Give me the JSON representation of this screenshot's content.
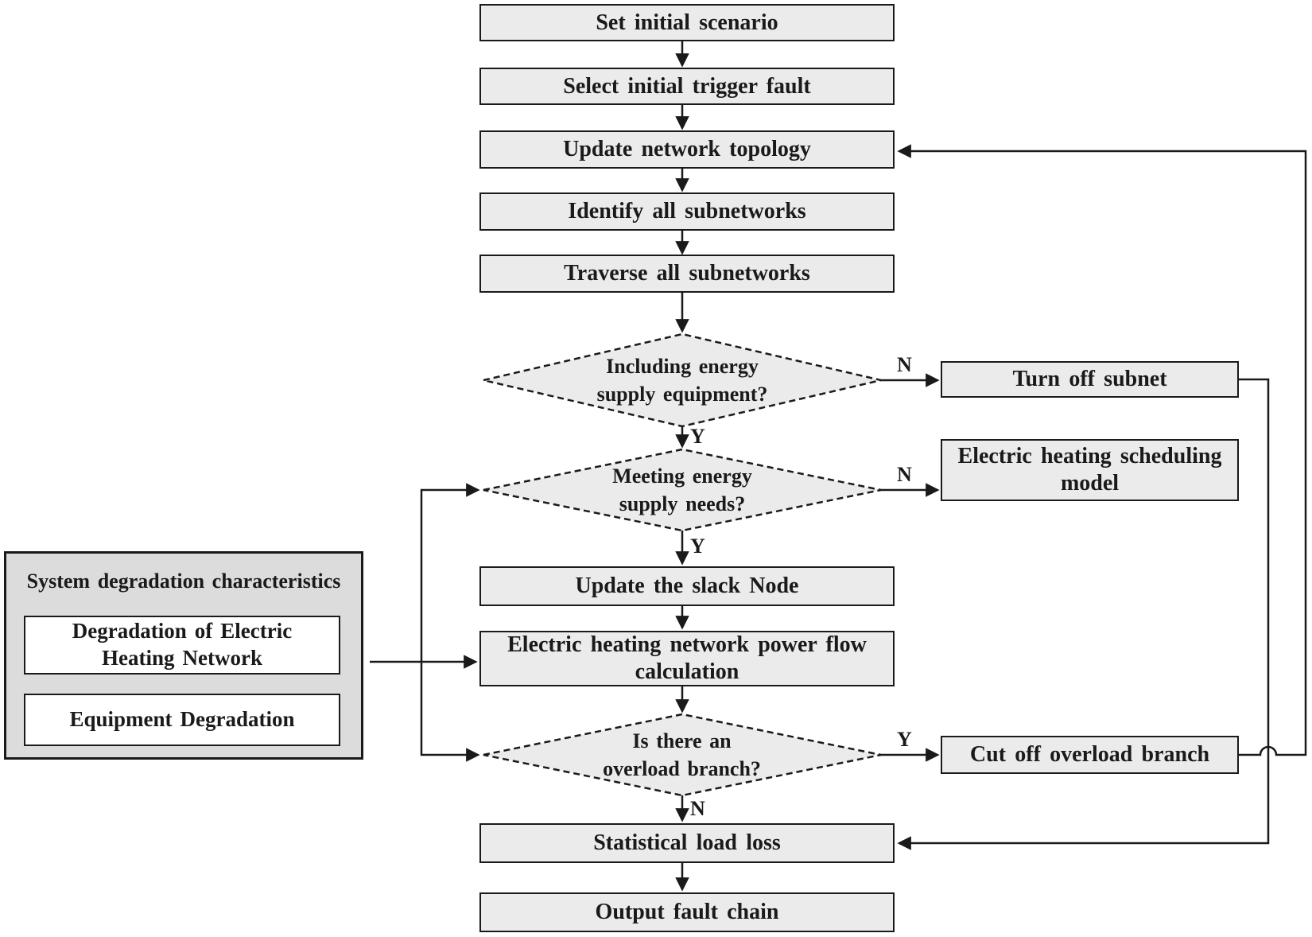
{
  "figure": {
    "type": "flowchart",
    "colors": {
      "background": "#ffffff",
      "node_fill": "#ebebeb",
      "panel_fill": "#dcdcdc",
      "inner_box_fill": "#ffffff",
      "line_and_border": "#1a1a1a"
    }
  },
  "nodes": {
    "set_initial_scenario": "Set initial scenario",
    "select_initial_trigger_fault": "Select initial trigger fault",
    "update_network_topology": "Update network topology",
    "identify_all_subnetworks": "Identify all subnetworks",
    "traverse_all_subnetworks": "Traverse all subnetworks",
    "update_the_slack_node": "Update the slack Node",
    "power_flow_calculation": "Electric heating network power flow calculation",
    "statistical_load_loss": "Statistical load loss",
    "output_fault_chain": "Output fault chain",
    "turn_off_subnet": "Turn off subnet",
    "scheduling_model": "Electric heating scheduling model",
    "cut_off_overload_branch": "Cut off overload branch"
  },
  "decisions": {
    "including_energy_supply_equipment": {
      "label": "Including energy supply equipment?",
      "yes": "Y",
      "no": "N"
    },
    "meeting_energy_supply_needs": {
      "label": "Meeting energy supply needs?",
      "yes": "Y",
      "no": "N"
    },
    "is_there_an_overload_branch": {
      "label": "Is there an overload branch?",
      "yes": "Y",
      "no": "N"
    }
  },
  "side_panel": {
    "title": "System degradation characteristics",
    "items": {
      "network_degradation": "Degradation of Electric Heating Network",
      "equipment_degradation": "Equipment Degradation"
    }
  }
}
